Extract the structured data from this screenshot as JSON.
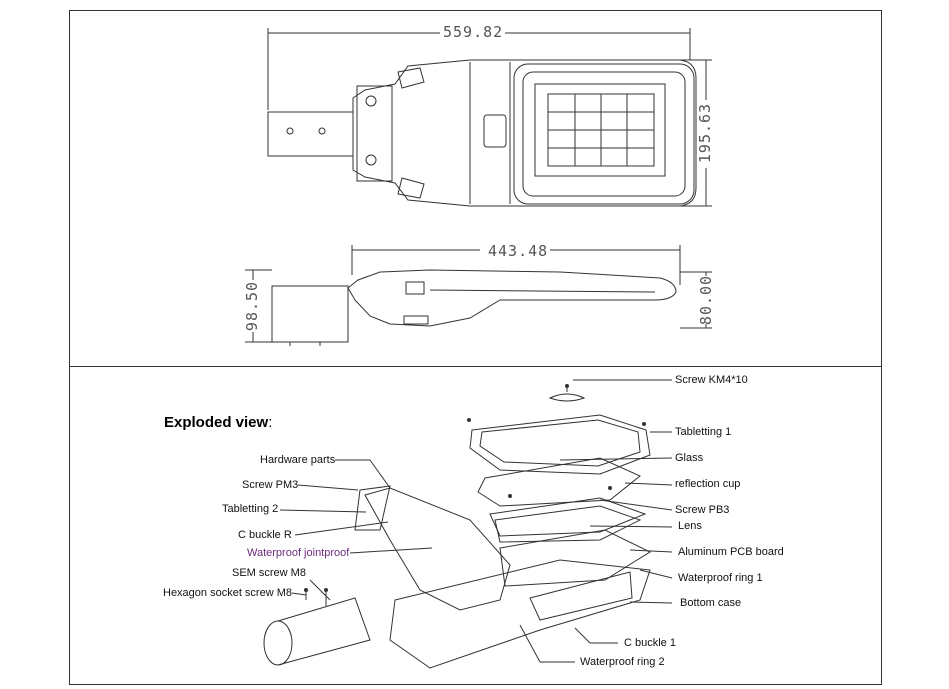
{
  "dimensions": {
    "top_width": "559.82",
    "top_height": "195.63",
    "side_width": "443.48",
    "side_left_height": "98.50",
    "side_right_height": "80.00"
  },
  "exploded": {
    "title": "Exploded view",
    "title_colon": ":",
    "left_labels": [
      "Hardware parts",
      "Screw PM3",
      "Tabletting 2",
      "C buckle R",
      "Waterproof jointproof",
      "SEM screw M8",
      "Hexagon socket screw M8"
    ],
    "right_labels": [
      "Screw KM4*10",
      "Tabletting 1",
      "Glass",
      "reflection cup",
      "Screw PB3",
      "Lens",
      "Aluminum PCB board",
      "Waterproof ring 1",
      "Bottom case",
      "C buckle 1",
      "Waterproof ring 2"
    ]
  },
  "colors": {
    "line": "#333333",
    "highlight_label": "#6a2c7a"
  }
}
